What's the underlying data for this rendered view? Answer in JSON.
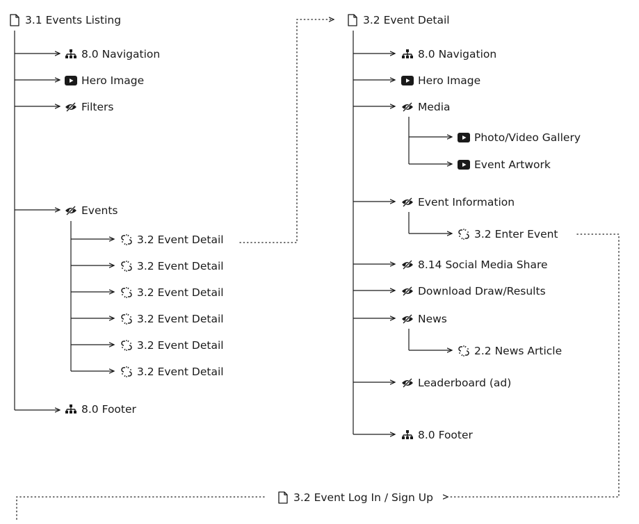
{
  "colors": {
    "line": "#1a1a1a",
    "text": "#1a1a1a"
  },
  "pages": {
    "events_listing": {
      "title": "3.1 Events Listing",
      "icon": "page-icon"
    },
    "event_detail": {
      "title": "3.2 Event Detail",
      "icon": "page-icon"
    },
    "login": {
      "title": "3.2 Event Log In / Sign Up",
      "icon": "page-icon"
    }
  },
  "listing": {
    "navigation": "8.0 Navigation",
    "hero": "Hero Image",
    "filters": "Filters",
    "events": "Events",
    "event_links": [
      "3.2 Event Detail",
      "3.2 Event Detail",
      "3.2 Event Detail",
      "3.2 Event Detail",
      "3.2 Event Detail",
      "3.2 Event Detail"
    ],
    "footer": "8.0 Footer"
  },
  "detail": {
    "navigation": "8.0 Navigation",
    "hero": "Hero Image",
    "media": "Media",
    "media_children": [
      "Photo/Video Gallery",
      "Event Artwork"
    ],
    "event_information": "Event Information",
    "enter_event": "3.2 Enter Event",
    "social_share": "8.14 Social Media Share",
    "download": "Download Draw/Results",
    "news": "News",
    "news_article": "2.2 News Article",
    "leaderboard": "Leaderboard (ad)",
    "footer": "8.0 Footer"
  }
}
